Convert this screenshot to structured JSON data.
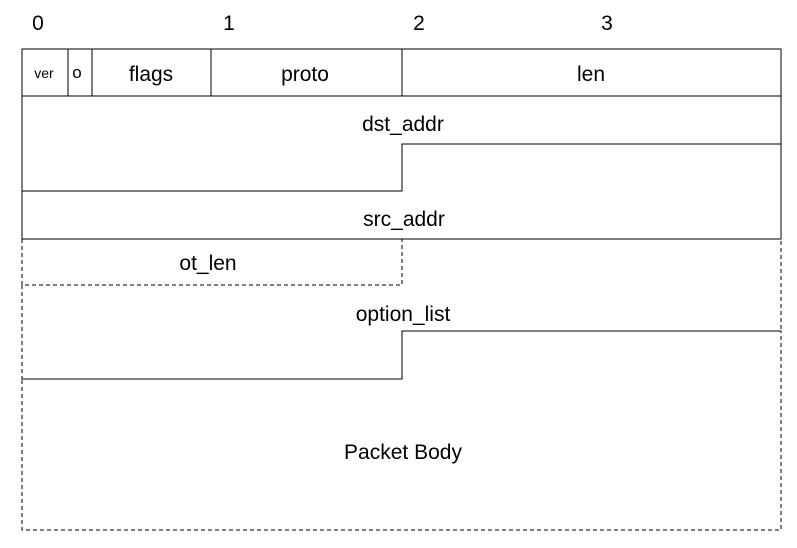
{
  "bit_markers": [
    "0",
    "1",
    "2",
    "3"
  ],
  "fields": {
    "ver": "ver",
    "o": "o",
    "flags": "flags",
    "proto": "proto",
    "len": "len",
    "dst_addr": "dst_addr",
    "src_addr": "src_addr",
    "ot_len": "ot_len",
    "option_list": "option_list",
    "packet_body": "Packet Body"
  },
  "colors": {
    "line": "#000000",
    "body_fill": "#e0e0e0",
    "background": "#ffffff"
  }
}
